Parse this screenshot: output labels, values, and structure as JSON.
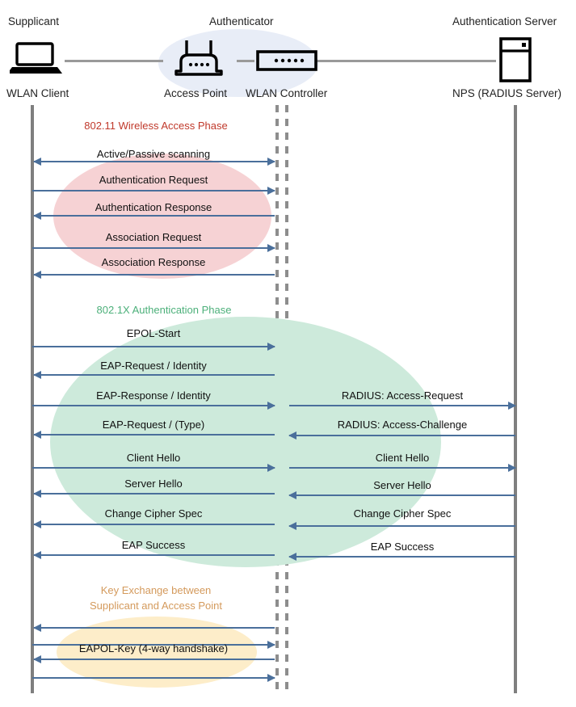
{
  "diagram": {
    "title": "802.1X / EAP WLAN authentication sequence",
    "colors": {
      "arrow": "#4a6f9b",
      "lifeline": "#7f7f7f",
      "phase1_title": "#c0392b",
      "phase1_blob": "#f6d2d4",
      "phase2_title": "#4cb07a",
      "phase2_blob": "#cdeadb",
      "phase3_title": "#d49a5c",
      "phase3_blob": "#fdedc9",
      "actor_blob": "#e8edf7"
    }
  },
  "actors": [
    {
      "role": "Supplicant",
      "device": "WLAN Client",
      "icon": "laptop-icon"
    },
    {
      "role": "Authenticator",
      "device": "Access Point",
      "icon": "wireless-access-point-icon"
    },
    {
      "role": "",
      "device": "WLAN Controller",
      "icon": "network-switch-icon"
    },
    {
      "role": "Authentication Server",
      "device": "NPS (RADIUS Server)",
      "icon": "server-rack-icon"
    }
  ],
  "phases": [
    {
      "id": "phase-80211",
      "title": "802.11 Wireless Access Phase",
      "color": "#c0392b",
      "left_messages": [
        {
          "label": "Active/Passive scanning",
          "direction": "both"
        },
        {
          "label": "Authentication Request",
          "direction": "right"
        },
        {
          "label": "Authentication Response",
          "direction": "left"
        },
        {
          "label": "Association Request",
          "direction": "right"
        },
        {
          "label": "Association Response",
          "direction": "left"
        }
      ],
      "right_messages": []
    },
    {
      "id": "phase-8021x",
      "title": "802.1X Authentication Phase",
      "color": "#4cb07a",
      "left_messages": [
        {
          "label": "EPOL-Start",
          "direction": "right"
        },
        {
          "label": "EAP-Request / Identity",
          "direction": "left"
        },
        {
          "label": "EAP-Response / Identity",
          "direction": "right"
        },
        {
          "label": "EAP-Request / (Type)",
          "direction": "left"
        },
        {
          "label": "Client Hello",
          "direction": "right"
        },
        {
          "label": "Server Hello",
          "direction": "left"
        },
        {
          "label": "Change Cipher Spec",
          "direction": "left"
        },
        {
          "label": "EAP Success",
          "direction": "left"
        }
      ],
      "right_messages": [
        {
          "label": "RADIUS: Access-Request",
          "direction": "right"
        },
        {
          "label": "RADIUS: Access-Challenge",
          "direction": "left"
        },
        {
          "label": "Client Hello",
          "direction": "right"
        },
        {
          "label": "Server Hello",
          "direction": "left"
        },
        {
          "label": "Change Cipher Spec",
          "direction": "left"
        },
        {
          "label": "EAP Success",
          "direction": "left"
        }
      ]
    },
    {
      "id": "phase-key-exchange",
      "title": "Key Exchange between\nSupplicant and Access Point",
      "title_line1": "Key Exchange between",
      "title_line2": "Supplicant and Access Point",
      "color": "#d49a5c",
      "left_messages": [
        {
          "label": "",
          "direction": "left"
        },
        {
          "label": "",
          "direction": "right"
        },
        {
          "label": "EAPOL-Key (4-way handshake)",
          "direction": "left"
        },
        {
          "label": "",
          "direction": "right"
        }
      ],
      "right_messages": []
    }
  ]
}
